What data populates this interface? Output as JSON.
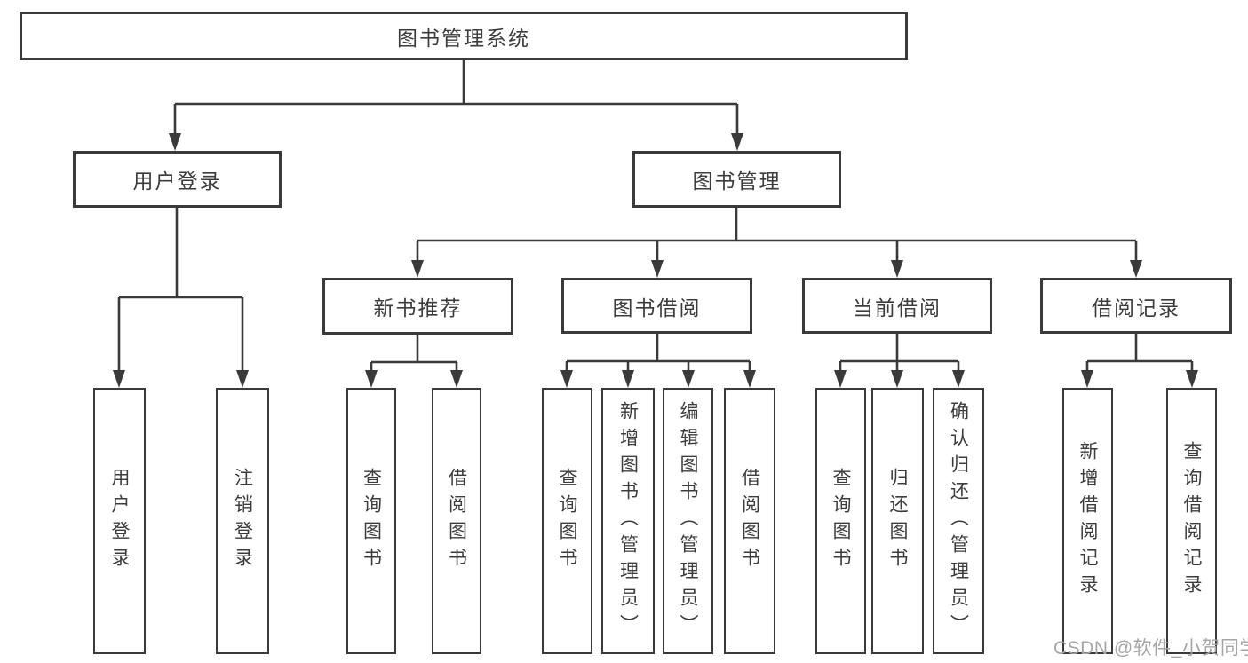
{
  "tree": {
    "label": "图书管理系统",
    "children": [
      {
        "label": "用户登录",
        "children": [
          {
            "label": "用户登录"
          },
          {
            "label": "注销登录"
          }
        ]
      },
      {
        "label": "图书管理",
        "children": [
          {
            "label": "新书推荐",
            "children": [
              {
                "label": "查询图书"
              },
              {
                "label": "借阅图书"
              }
            ]
          },
          {
            "label": "图书借阅",
            "children": [
              {
                "label": "查询图书"
              },
              {
                "label": "新增图书（管理员）"
              },
              {
                "label": "编辑图书（管理员）"
              },
              {
                "label": "借阅图书"
              }
            ]
          },
          {
            "label": "当前借阅",
            "children": [
              {
                "label": "查询图书"
              },
              {
                "label": "归还图书"
              },
              {
                "label": "确认归还（管理员）"
              }
            ]
          },
          {
            "label": "借阅记录",
            "children": [
              {
                "label": "新增借阅记录"
              },
              {
                "label": "查询借阅记录"
              }
            ]
          }
        ]
      }
    ]
  },
  "watermark": {
    "text": "CSDN @软件_小贺同学"
  },
  "colors": {
    "line": "#3a3a3a",
    "text": "#3c3c3c",
    "watermark": "#a6a6a6",
    "background": "#ffffff"
  }
}
